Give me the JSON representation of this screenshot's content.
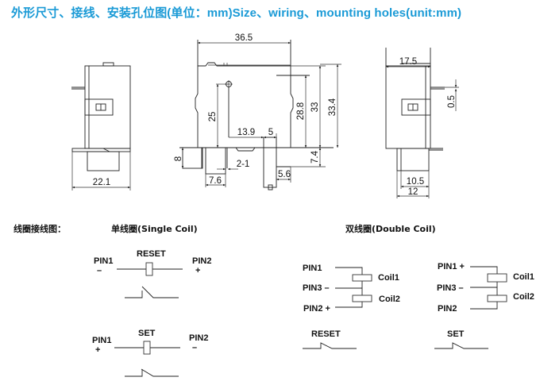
{
  "title": "外形尺寸、接线、安装孔位图(单位：mm)Size、wiring、mounting holes(unit:mm)",
  "title_color": "#1a9ad6",
  "dimensions": {
    "side_view_left": {
      "width": "22.1"
    },
    "front_view": {
      "width": "36.5",
      "pin_height": "25",
      "inner_height": "28.8",
      "body_height": "33",
      "total_height": "33.4",
      "pin_offset": "13.9",
      "pin_spacing": "5",
      "base_height": "8",
      "pin_width": "2-1",
      "pin_length": "7.4",
      "pin_pitch": "7.6",
      "pin_edge": "5.6"
    },
    "side_view_right": {
      "depth": "17.5",
      "pin_thickness": "0.5",
      "base_inner": "10.5",
      "base_outer": "12"
    }
  },
  "wiring": {
    "section_label": "线圈接线图：",
    "single_coil": {
      "title": "单线圈(Single Coil)",
      "reset": {
        "label": "RESET",
        "pin1": "PIN1",
        "pin1_sign": "–",
        "pin2": "PIN2",
        "pin2_sign": "+"
      },
      "set": {
        "label": "SET",
        "pin1": "PIN1",
        "pin1_sign": "+",
        "pin2": "PIN2",
        "pin2_sign": "–"
      }
    },
    "double_coil": {
      "title": "双线圈(Double Coil)",
      "left": {
        "pin1": "PIN1",
        "pin3": "PIN3 –",
        "pin2": "PIN2 +",
        "coil1": "Coil1",
        "coil2": "Coil2",
        "switch_label": "RESET"
      },
      "right": {
        "pin1": "PIN1 +",
        "pin3": "PIN3 –",
        "pin2": "PIN2",
        "coil1": "Coil1",
        "coil2": "Coil2",
        "switch_label": "SET"
      }
    }
  }
}
